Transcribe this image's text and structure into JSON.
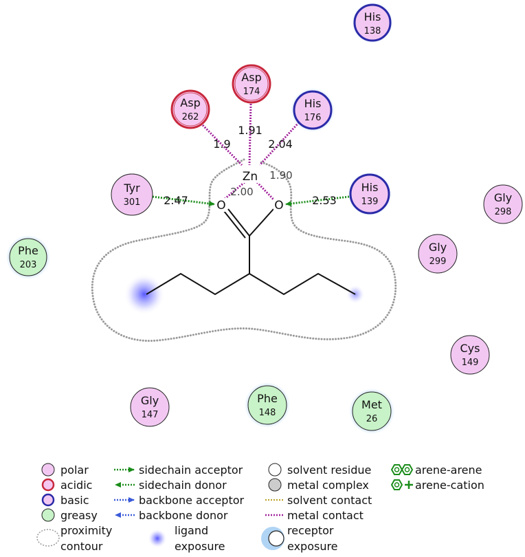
{
  "diagram": {
    "metal": {
      "symbol": "Zn"
    },
    "ligand_atoms": [
      {
        "symbol": "O"
      },
      {
        "symbol": "O"
      }
    ],
    "residues": [
      {
        "name": "His",
        "number": "138",
        "type": "basic"
      },
      {
        "name": "Asp",
        "number": "174",
        "type": "acidic"
      },
      {
        "name": "Asp",
        "number": "262",
        "type": "acidic"
      },
      {
        "name": "His",
        "number": "176",
        "type": "basic"
      },
      {
        "name": "Tyr",
        "number": "301",
        "type": "polar"
      },
      {
        "name": "His",
        "number": "139",
        "type": "basic"
      },
      {
        "name": "Gly",
        "number": "298",
        "type": "polar"
      },
      {
        "name": "Phe",
        "number": "203",
        "type": "greasy"
      },
      {
        "name": "Gly",
        "number": "299",
        "type": "polar"
      },
      {
        "name": "Cys",
        "number": "149",
        "type": "polar"
      },
      {
        "name": "Gly",
        "number": "147",
        "type": "polar"
      },
      {
        "name": "Phe",
        "number": "148",
        "type": "greasy"
      },
      {
        "name": "Met",
        "number": "26",
        "type": "greasy"
      }
    ],
    "distances": {
      "asp174_zn": "1.91",
      "asp262_zn": "1.9",
      "his176_zn": "2.04",
      "zn_o_left": "2.00",
      "zn_o_right": "1.90",
      "tyr301_o": "2.47",
      "his139_o": "2.53"
    }
  },
  "legend": {
    "polar": "polar",
    "acidic": "acidic",
    "basic": "basic",
    "greasy": "greasy",
    "proximity_1": "proximity",
    "proximity_2": "contour",
    "sidechain_acceptor": "sidechain acceptor",
    "sidechain_donor": "sidechain donor",
    "backbone_acceptor": "backbone acceptor",
    "backbone_donor": "backbone donor",
    "ligand_exposure_1": "ligand",
    "ligand_exposure_2": "exposure",
    "solvent_residue": "solvent residue",
    "metal_complex": "metal complex",
    "solvent_contact": "solvent contact",
    "metal_contact": "metal contact",
    "receptor_exposure_1": "receptor",
    "receptor_exposure_2": "exposure",
    "arene_arene": "arene-arene",
    "arene_cation": "arene-cation"
  },
  "colors": {
    "polar_fill": "#f2c8f2",
    "acidic_fill": "#f4c8f0",
    "acidic_ring": "#c8283c",
    "basic_fill": "#f2c8f2",
    "basic_ring": "#2a2aa8",
    "greasy_fill": "#c8f2c8",
    "metal_contact": "#a0209a",
    "hbond": "#1a8c1a",
    "backbone": "#3a5ad8",
    "exposure": "#b0d4f4",
    "arene": "#1a8c1a"
  }
}
